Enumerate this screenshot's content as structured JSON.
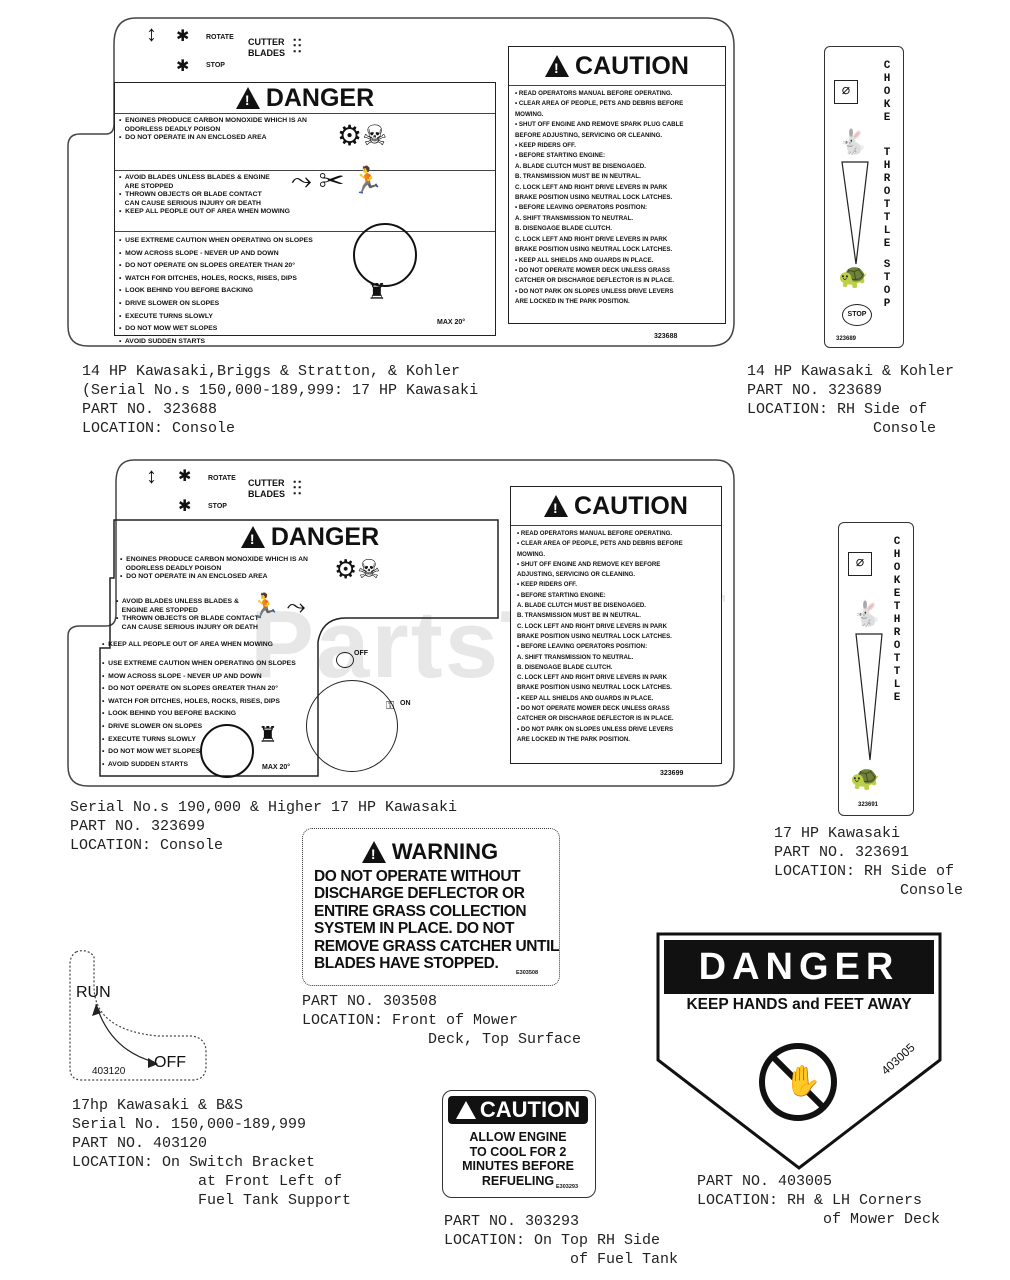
{
  "watermark": "PartsTree",
  "trademark": "™",
  "controls": {
    "rotate": "ROTATE",
    "stop": "STOP",
    "cutter": "CUTTER",
    "blades": "BLADES"
  },
  "decal1": {
    "danger_title": "DANGER",
    "danger_items_1": [
      "ENGINES PRODUCE CARBON MONOXIDE WHICH IS AN",
      "ODORLESS DEADLY POISON",
      "DO NOT OPERATE IN AN ENCLOSED AREA"
    ],
    "danger_items_2": [
      "AVOID BLADES UNLESS BLADES & ENGINE",
      "ARE STOPPED",
      "THROWN OBJECTS OR BLADE CONTACT",
      "CAN CAUSE SERIOUS INJURY OR DEATH",
      "KEEP ALL PEOPLE OUT OF AREA WHEN MOWING"
    ],
    "danger_items_3": [
      "USE EXTREME CAUTION WHEN OPERATING ON SLOPES",
      "MOW ACROSS SLOPE - NEVER UP AND DOWN",
      "DO NOT OPERATE ON SLOPES GREATER THAN 20°",
      "WATCH FOR DITCHES, HOLES, ROCKS, RISES, DIPS",
      "LOOK BEHIND YOU BEFORE BACKING",
      "DRIVE SLOWER ON SLOPES",
      "EXECUTE TURNS SLOWLY",
      "DO NOT MOW WET SLOPES",
      "AVOID SUDDEN STARTS"
    ],
    "max": "MAX 20°",
    "caution_title": "CAUTION",
    "caution_items": [
      "• READ OPERATORS MANUAL BEFORE OPERATING.",
      "• CLEAR AREA OF PEOPLE, PETS AND DEBRIS BEFORE",
      "  MOWING.",
      "• SHUT OFF ENGINE AND REMOVE SPARK PLUG CABLE",
      "  BEFORE ADJUSTING, SERVICING OR CLEANING.",
      "• KEEP RIDERS OFF.",
      "• BEFORE STARTING ENGINE:",
      "  A. BLADE CLUTCH MUST BE DISENGAGED.",
      "  B. TRANSMISSION MUST BE IN NEUTRAL.",
      "  C. LOCK LEFT AND RIGHT DRIVE LEVERS IN PARK",
      "     BRAKE POSITION USING NEUTRAL LOCK LATCHES.",
      "• BEFORE LEAVING OPERATORS POSITION:",
      "  A. SHIFT TRANSMISSION TO NEUTRAL.",
      "  B. DISENGAGE BLADE CLUTCH.",
      "  C. LOCK LEFT AND RIGHT DRIVE LEVERS IN PARK",
      "     BRAKE POSITION USING NEUTRAL LOCK LATCHES.",
      "• KEEP ALL SHIELDS AND GUARDS IN PLACE.",
      "• DO NOT OPERATE MOWER DECK UNLESS GRASS",
      "  CATCHER OR DISCHARGE DEFLECTOR IS IN PLACE.",
      "• DO NOT PARK ON SLOPES UNLESS DRIVE LEVERS",
      "  ARE LOCKED IN THE PARK POSITION."
    ],
    "part": "323688",
    "caption": "14 HP Kawasaki,Briggs & Stratton, & Kohler\n(Serial No.s 150,000-189,999: 17 HP Kawasaki\nPART NO. 323688\nLOCATION: Console"
  },
  "decal2": {
    "letters": [
      "C",
      "H",
      "O",
      "K",
      "E",
      "",
      "T",
      "H",
      "R",
      "O",
      "T",
      "T",
      "L",
      "E",
      "",
      "S",
      "T",
      "O",
      "P"
    ],
    "stop": "STOP",
    "part": "323689",
    "caption": "14 HP Kawasaki & Kohler\nPART NO. 323689\nLOCATION: RH Side of\n              Console"
  },
  "decal3": {
    "danger_title": "DANGER",
    "danger_items_1": [
      "ENGINES PRODUCE CARBON MONOXIDE WHICH IS AN",
      "ODORLESS DEADLY POISON",
      "DO NOT OPERATE IN AN ENCLOSED AREA"
    ],
    "danger_items_2": [
      "AVOID BLADES UNLESS BLADES &",
      "ENGINE ARE STOPPED",
      "THROWN OBJECTS OR BLADE CONTACT",
      "CAN CAUSE SERIOUS INJURY OR DEATH",
      "KEEP ALL PEOPLE OUT OF AREA WHEN MOWING"
    ],
    "danger_items_3": [
      "USE EXTREME CAUTION WHEN OPERATING ON SLOPES",
      "MOW ACROSS SLOPE - NEVER UP AND DOWN",
      "DO NOT OPERATE ON SLOPES GREATER THAN 20°",
      "WATCH FOR DITCHES, HOLES, ROCKS, RISES, DIPS",
      "LOOK BEHIND YOU BEFORE BACKING",
      "DRIVE SLOWER ON SLOPES",
      "EXECUTE TURNS SLOWLY",
      "DO NOT MOW WET SLOPES",
      "AVOID SUDDEN STARTS"
    ],
    "max": "MAX 20°",
    "off": "OFF",
    "on": "ON",
    "caution_title": "CAUTION",
    "caution_items": [
      "• READ OPERATORS MANUAL BEFORE OPERATING.",
      "• CLEAR AREA OF PEOPLE, PETS AND DEBRIS BEFORE",
      "  MOWING.",
      "• SHUT OFF ENGINE AND REMOVE KEY BEFORE",
      "  ADJUSTING, SERVICING OR CLEANING.",
      "• KEEP RIDERS OFF.",
      "• BEFORE STARTING ENGINE:",
      "  A. BLADE CLUTCH MUST BE DISENGAGED.",
      "  B. TRANSMISSION MUST BE IN NEUTRAL.",
      "  C. LOCK LEFT AND RIGHT DRIVE LEVERS IN PARK",
      "     BRAKE POSITION USING NEUTRAL LOCK LATCHES.",
      "• BEFORE LEAVING OPERATORS POSITION:",
      "  A. SHIFT TRANSMISSION TO NEUTRAL.",
      "  B. DISENGAGE BLADE CLUTCH.",
      "  C. LOCK LEFT AND RIGHT DRIVE LEVERS IN PARK",
      "     BRAKE POSITION USING NEUTRAL LOCK LATCHES.",
      "• KEEP ALL SHIELDS AND GUARDS IN PLACE.",
      "• DO NOT OPERATE MOWER DECK UNLESS GRASS",
      "  CATCHER OR DISCHARGE DEFLECTOR IS IN PLACE.",
      "• DO NOT PARK ON SLOPES UNLESS DRIVE LEVERS",
      "  ARE LOCKED IN THE PARK POSITION."
    ],
    "part": "323699",
    "caption": "Serial No.s 190,000 & Higher 17 HP Kawasaki\nPART NO. 323699\nLOCATION: Console"
  },
  "decal4": {
    "letters": [
      "C",
      "H",
      "O",
      "K",
      "E",
      "",
      "",
      "",
      "T",
      "H",
      "R",
      "O",
      "T",
      "T",
      "L",
      "E"
    ],
    "part": "323691",
    "caption": "17 HP Kawasaki\nPART NO. 323691\nLOCATION: RH Side of\n              Console"
  },
  "decal5": {
    "title": "WARNING",
    "lines": [
      "DO NOT OPERATE WITHOUT",
      "DISCHARGE DEFLECTOR OR",
      "ENTIRE GRASS COLLECTION",
      "SYSTEM IN PLACE.  DO NOT",
      "REMOVE GRASS CATCHER UNTIL",
      "BLADES HAVE STOPPED."
    ],
    "part": "E303508",
    "caption": "PART NO. 303508\nLOCATION: Front of Mower\n              Deck, Top Surface"
  },
  "decal6": {
    "run": "RUN",
    "off": "OFF",
    "part": "403120",
    "caption": "17hp Kawasaki & B&S\nSerial No. 150,000-189,999\nPART NO. 403120\nLOCATION: On Switch Bracket\n              at Front Left of\n              Fuel Tank Support"
  },
  "decal7": {
    "title": "CAUTION",
    "lines": [
      "ALLOW ENGINE",
      "TO COOL FOR 2",
      "MINUTES BEFORE",
      "REFUELING"
    ],
    "part": "E303293",
    "caption": "PART NO. 303293\nLOCATION: On Top RH Side\n              of Fuel Tank"
  },
  "decal8": {
    "title": "DANGER",
    "subtitle": "KEEP HANDS and FEET AWAY",
    "part": "403005",
    "caption": "PART NO. 403005\nLOCATION: RH & LH Corners\n              of Mower Deck"
  }
}
